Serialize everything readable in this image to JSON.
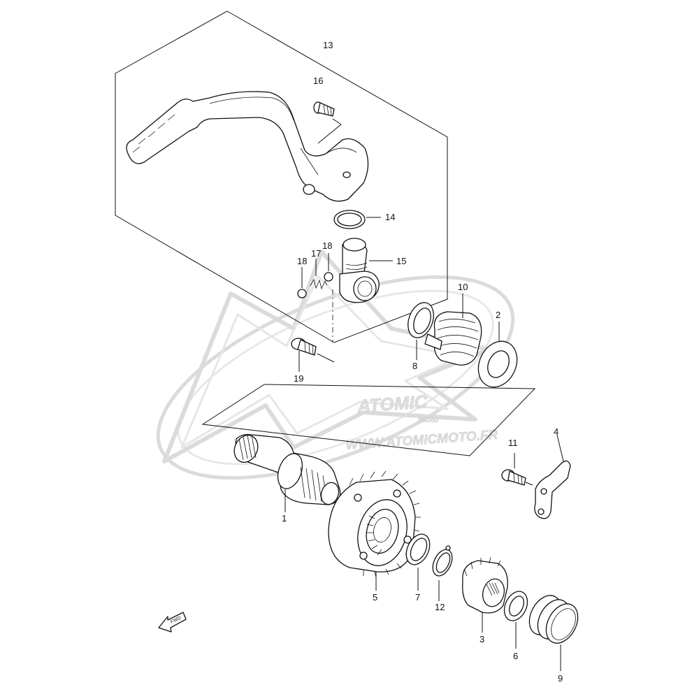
{
  "callouts": {
    "p1": "1",
    "p2": "2",
    "p3": "3",
    "p4": "4",
    "p5": "5",
    "p6": "6",
    "p7": "7",
    "p8": "8",
    "p9": "9",
    "p10": "10",
    "p11": "11",
    "p12": "12",
    "p13": "13",
    "p14": "14",
    "p15": "15",
    "p16": "16",
    "p17": "17",
    "p18a": "18",
    "p18b": "18",
    "p19": "19"
  },
  "watermark": {
    "brand": "ATOMIC",
    "sub": "moto",
    "url": "WWW.ATOMICMOTO.FR"
  },
  "direction_arrow": {
    "label": "FWD"
  },
  "colors": {
    "ink": "#111111",
    "watermark": "#d4d4d4"
  }
}
